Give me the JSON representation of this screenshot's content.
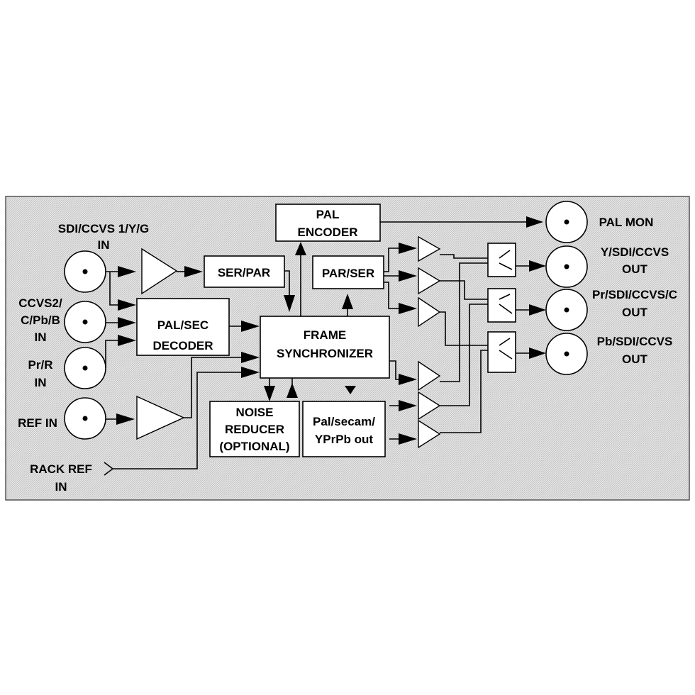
{
  "inputs": {
    "sdi_ccvs1": [
      "SDI/CCVS 1/Y/G",
      "IN"
    ],
    "ccvs2": [
      "CCVS2/",
      "C/Pb/B",
      "IN"
    ],
    "pr_r": [
      "Pr/R",
      "IN"
    ],
    "ref": "REF IN",
    "rack_ref": [
      "RACK REF",
      "IN"
    ]
  },
  "blocks": {
    "pal_encoder": [
      "PAL",
      "ENCODER"
    ],
    "ser_par": "SER/PAR",
    "par_ser": "PAR/SER",
    "pal_sec_decoder": [
      "PAL/SEC",
      "DECODER"
    ],
    "frame_synchronizer": [
      "FRAME",
      "SYNCHRONIZER"
    ],
    "noise_reducer": [
      "NOISE",
      "REDUCER",
      "(OPTIONAL)"
    ],
    "pal_secam_out": [
      "Pal/secam/",
      "YPrPb out"
    ]
  },
  "outputs": {
    "pal_mon": "PAL MON",
    "y_sdi": [
      "Y/SDI/CCVS",
      "OUT"
    ],
    "pr_sdi": [
      "Pr/SDI/CCVS/C",
      "OUT"
    ],
    "pb_sdi": [
      "Pb/SDI/CCVS",
      "OUT"
    ]
  },
  "colors": {
    "panel": "#d9d9d9",
    "line": "#000000",
    "block": "#ffffff"
  }
}
